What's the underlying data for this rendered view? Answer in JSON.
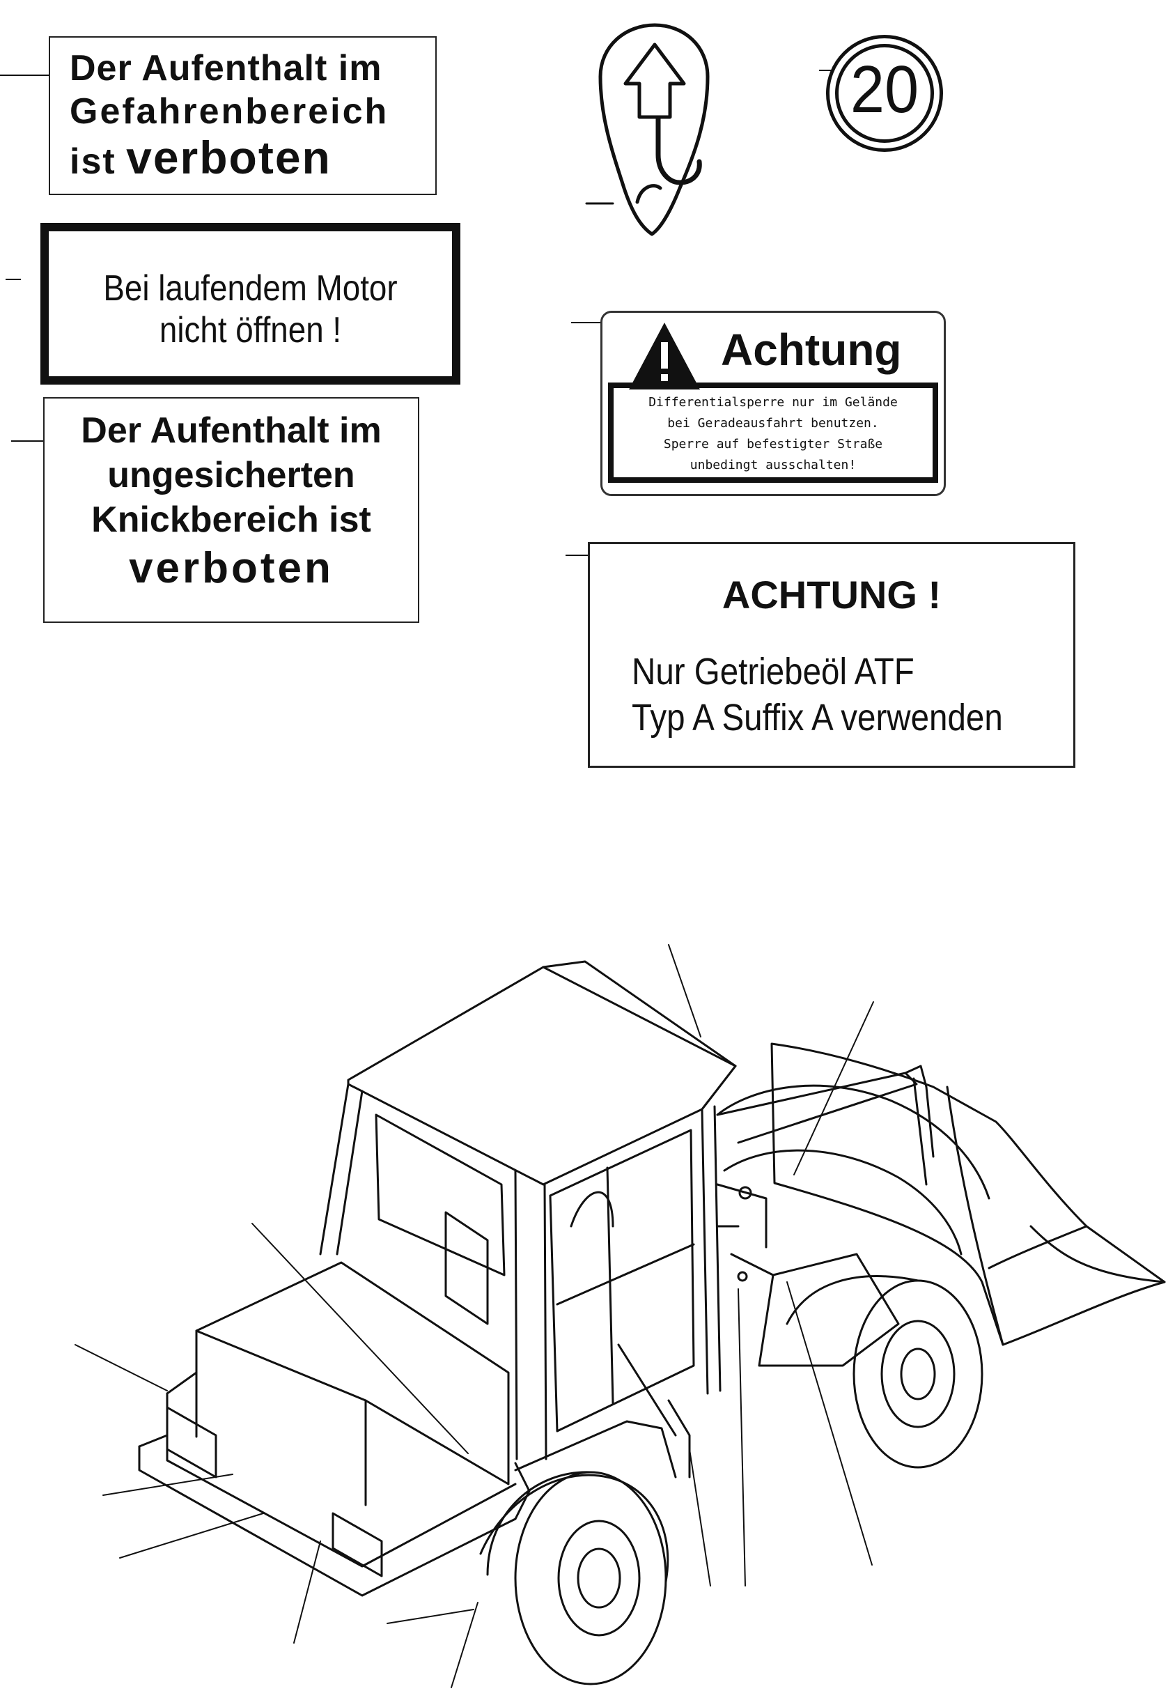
{
  "signs": {
    "danger_zone": {
      "line1": "Der Aufenthalt im",
      "line2": "Gefahrenbereich",
      "line3_prefix": "ist",
      "line3_word": "verboten"
    },
    "engine_running": {
      "line1": "Bei laufendem Motor",
      "line2": "nicht öffnen !"
    },
    "articulation_zone": {
      "line1": "Der Aufenthalt im",
      "line2": "ungesicherten",
      "line3": "Knickbereich ist",
      "line4": "verboten"
    },
    "speed_limit": {
      "value": "20"
    },
    "differential_lock": {
      "heading": "Achtung",
      "line1": "Differentialsperre nur im Gelände",
      "line2": "bei Geradeausfahrt benutzen.",
      "line3": "Sperre auf befestigter Straße",
      "line4": "unbedingt ausschalten!"
    },
    "transmission_oil": {
      "heading": "ACHTUNG !",
      "line1": "Nur Getriebeöl ATF",
      "line2": "Typ A Suffix A verwenden"
    }
  },
  "icons": {
    "lifting_point": "crane-hook-icon",
    "warning": "warning-triangle-icon"
  },
  "colors": {
    "ink": "#111111",
    "paper": "#ffffff"
  }
}
